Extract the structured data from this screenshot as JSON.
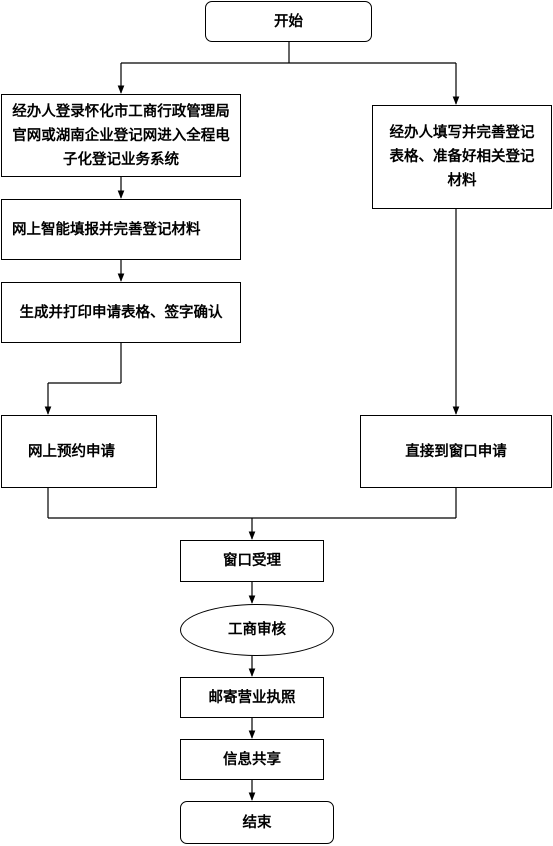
{
  "nodes": {
    "start": "开始",
    "login": "经办人登录怀化市工商行政管理局官网或湖南企业登记网进入全程电子化登记业务系统",
    "fill_paper": "经办人填写并完善登记表格、准备好相关登记材料",
    "online_fill": "网上智能填报并完善登记材料",
    "print_sign": "生成并打印申请表格、签字确认",
    "online_booking": "网上预约申请",
    "direct_window": "直接到窗口申请",
    "window_accept": "窗口受理",
    "review": "工商审核",
    "mail_license": "邮寄营业执照",
    "info_share": "信息共享",
    "end": "结束"
  }
}
